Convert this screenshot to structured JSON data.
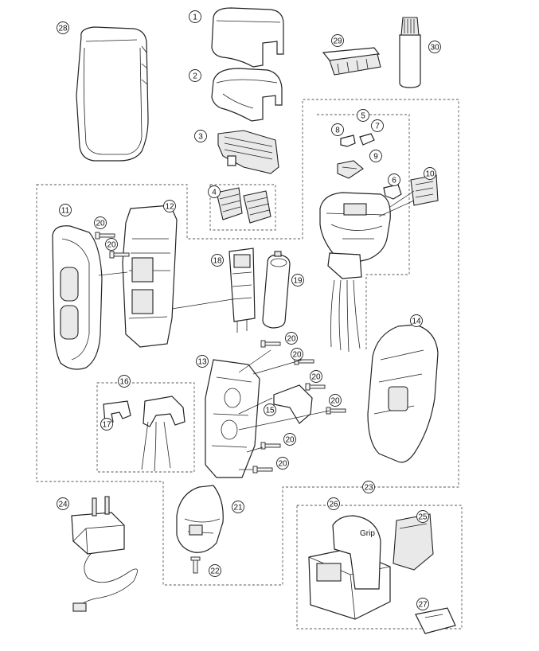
{
  "diagram": {
    "callouts": [
      {
        "id": "c1",
        "label": "1"
      },
      {
        "id": "c2",
        "label": "2"
      },
      {
        "id": "c3",
        "label": "3"
      },
      {
        "id": "c4",
        "label": "4"
      },
      {
        "id": "c5",
        "label": "5"
      },
      {
        "id": "c6",
        "label": "6"
      },
      {
        "id": "c7",
        "label": "7"
      },
      {
        "id": "c8",
        "label": "8"
      },
      {
        "id": "c9",
        "label": "9"
      },
      {
        "id": "c10",
        "label": "10"
      },
      {
        "id": "c11",
        "label": "11"
      },
      {
        "id": "c12",
        "label": "12"
      },
      {
        "id": "c13",
        "label": "13"
      },
      {
        "id": "c14",
        "label": "14"
      },
      {
        "id": "c15",
        "label": "15"
      },
      {
        "id": "c16",
        "label": "16"
      },
      {
        "id": "c17",
        "label": "17"
      },
      {
        "id": "c18",
        "label": "18"
      },
      {
        "id": "c19",
        "label": "19"
      },
      {
        "id": "c20a",
        "label": "20"
      },
      {
        "id": "c20b",
        "label": "20"
      },
      {
        "id": "c20c",
        "label": "20"
      },
      {
        "id": "c20d",
        "label": "20"
      },
      {
        "id": "c20e",
        "label": "20"
      },
      {
        "id": "c20f",
        "label": "20"
      },
      {
        "id": "c20g",
        "label": "20"
      },
      {
        "id": "c20h",
        "label": "20"
      },
      {
        "id": "c21",
        "label": "21"
      },
      {
        "id": "c22",
        "label": "22"
      },
      {
        "id": "c23",
        "label": "23"
      },
      {
        "id": "c24",
        "label": "24"
      },
      {
        "id": "c25",
        "label": "25"
      },
      {
        "id": "c26",
        "label": "26"
      },
      {
        "id": "c27",
        "label": "27"
      },
      {
        "id": "c28",
        "label": "28"
      },
      {
        "id": "c29",
        "label": "29"
      },
      {
        "id": "c30",
        "label": "30"
      }
    ],
    "charger_text": "Grip"
  }
}
